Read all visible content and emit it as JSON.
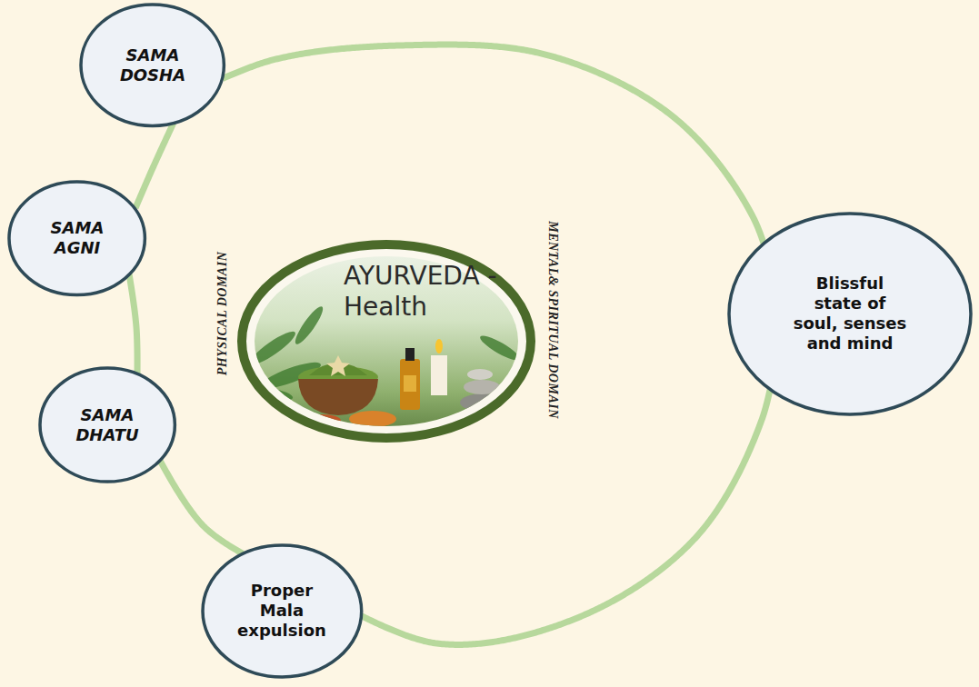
{
  "diagram": {
    "nodes": [
      {
        "text": [
          "SAMA DOSHA"
        ]
      },
      {
        "text": [
          "SAMA AGNI"
        ]
      },
      {
        "text": [
          "AYURVEDA - Health"
        ]
      },
      {
        "text": [
          "Blissful state of soul, senses and mind"
        ]
      },
      {
        "text": [
          "SAMA DHATU"
        ]
      },
      {
        "text": [
          "Proper Mala expulsion"
        ]
      }
    ],
    "edges": [
      {
        "from": 0,
        "to": 3,
        "arrow": "none"
      },
      {
        "from": 3,
        "to": 5,
        "arrow": "none"
      },
      {
        "from": 5,
        "to": 4,
        "arrow": "none"
      },
      {
        "from": 4,
        "to": 1,
        "arrow": "none"
      },
      {
        "from": 1,
        "to": 0,
        "arrow": "none"
      }
    ],
    "labels": [
      "PHYSICAL DOMAIN",
      "MENTAL& SPIRITUAL DOMAIN"
    ]
  }
}
